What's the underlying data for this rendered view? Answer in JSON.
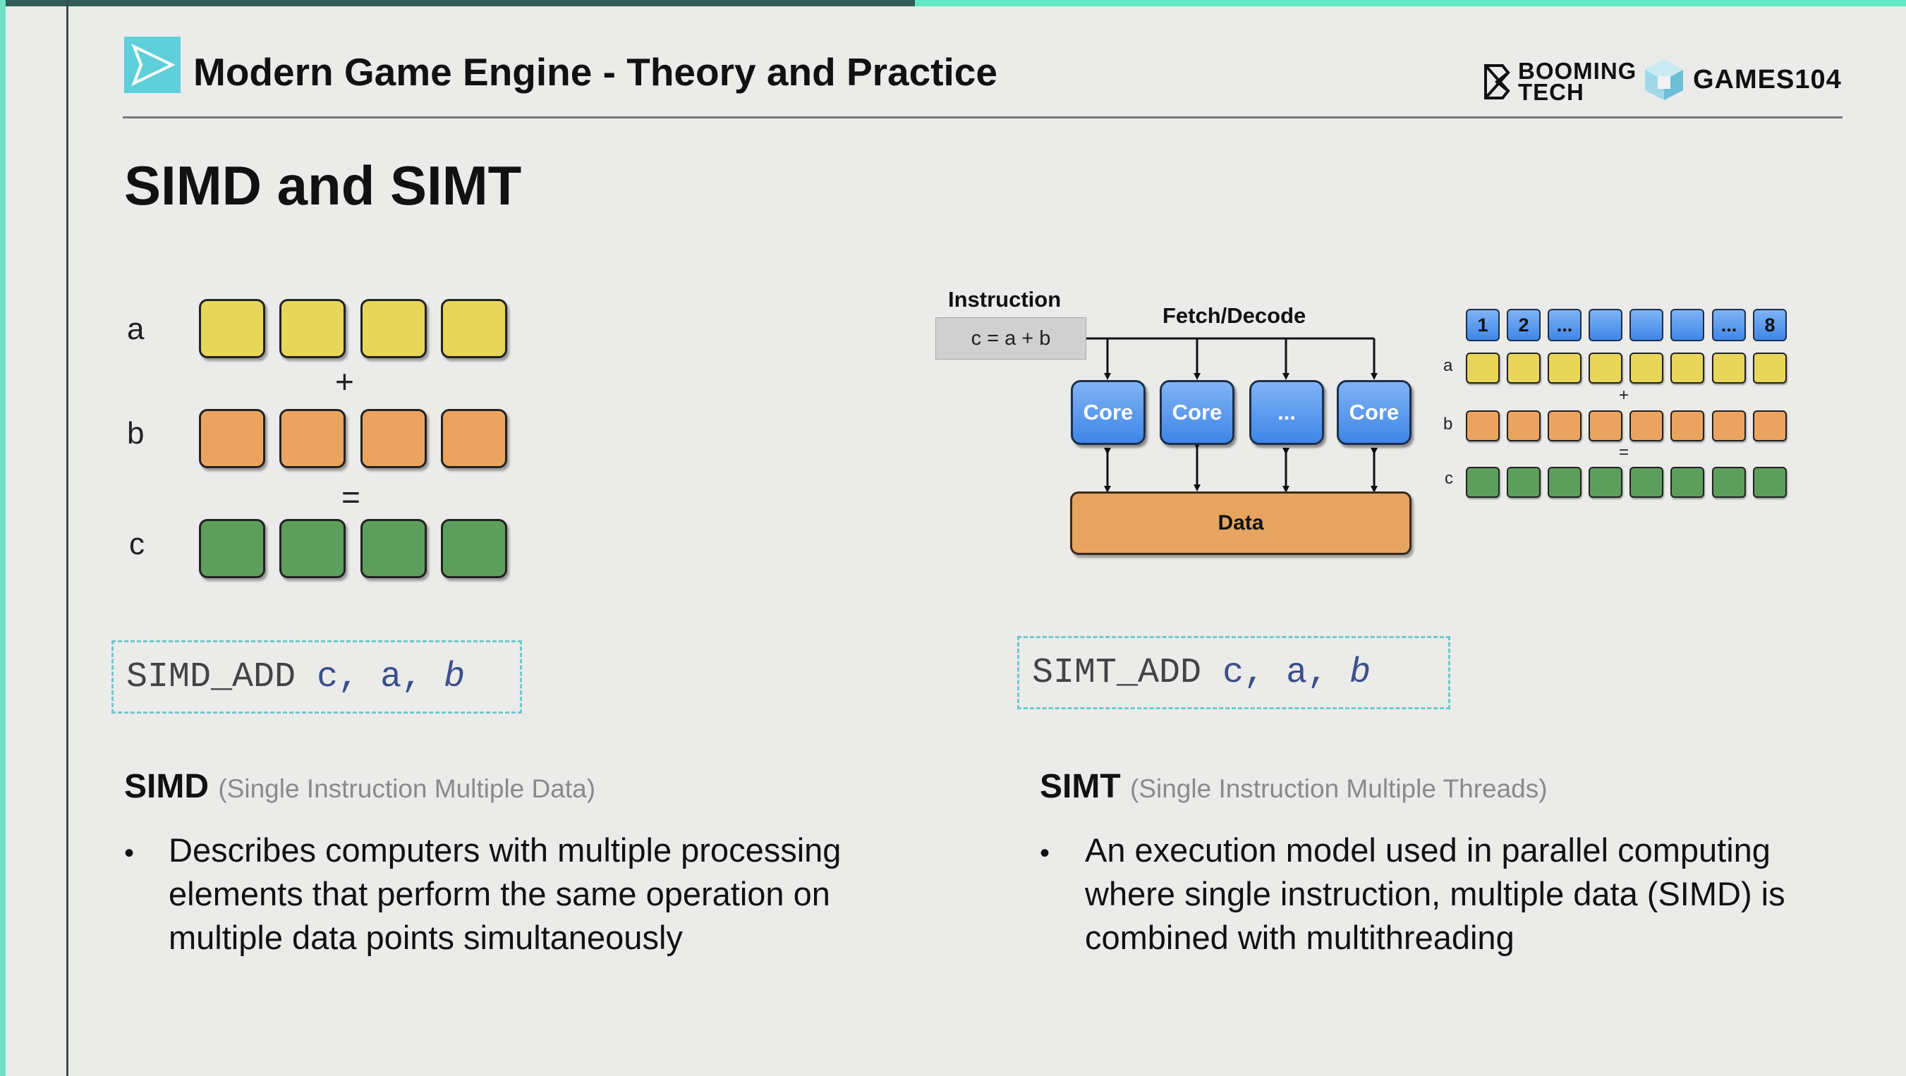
{
  "header": {
    "course_title": "Modern Game Engine - Theory and Practice",
    "logo_booming": "BOOMING TECH",
    "logo_booming_line1": "BOOMING",
    "logo_booming_line2": "TECH",
    "logo_games": "GAMES104"
  },
  "slide": {
    "title": "SIMD and SIMT"
  },
  "simd_diagram": {
    "labels": [
      "a",
      "b",
      "c"
    ],
    "plus": "+",
    "equals": "=",
    "colors": {
      "a": "#e8d65a",
      "b": "#eba45f",
      "c": "#5d9e5c"
    }
  },
  "simd_code": {
    "op": "SIMD_ADD",
    "c": "c,",
    "a": "a,",
    "b": "b"
  },
  "simt_code": {
    "op": "SIMT_ADD",
    "c": "c,",
    "a": "a,",
    "b": "b"
  },
  "simt_diagram": {
    "instruction_label": "Instruction",
    "instruction_expr": "c = a + b",
    "fetch_label": "Fetch/Decode",
    "cores": [
      "Core",
      "Core",
      "...",
      "Core"
    ],
    "data_label": "Data",
    "threads": [
      "1",
      "2",
      "...",
      "",
      "",
      "",
      "...",
      "8"
    ],
    "row_labels": [
      "a",
      "b",
      "c"
    ],
    "plus": "+",
    "equals": "="
  },
  "simd_section": {
    "term": "SIMD",
    "expansion": "(Single Instruction Multiple Data)",
    "bullet": "Describes computers with multiple processing elements that perform the same operation on multiple data points simultaneously"
  },
  "simt_section": {
    "term": "SIMT",
    "expansion": "(Single Instruction Multiple Threads)",
    "bullet": "An execution model used in parallel computing where single instruction, multiple data (SIMD) is combined with multithreading"
  },
  "progress": {
    "fraction": 0.48
  },
  "colors": {
    "accent": "#64e6c3",
    "logo": "#5fcfd9",
    "core": "#4b8fea",
    "data": "#e7a45e"
  }
}
